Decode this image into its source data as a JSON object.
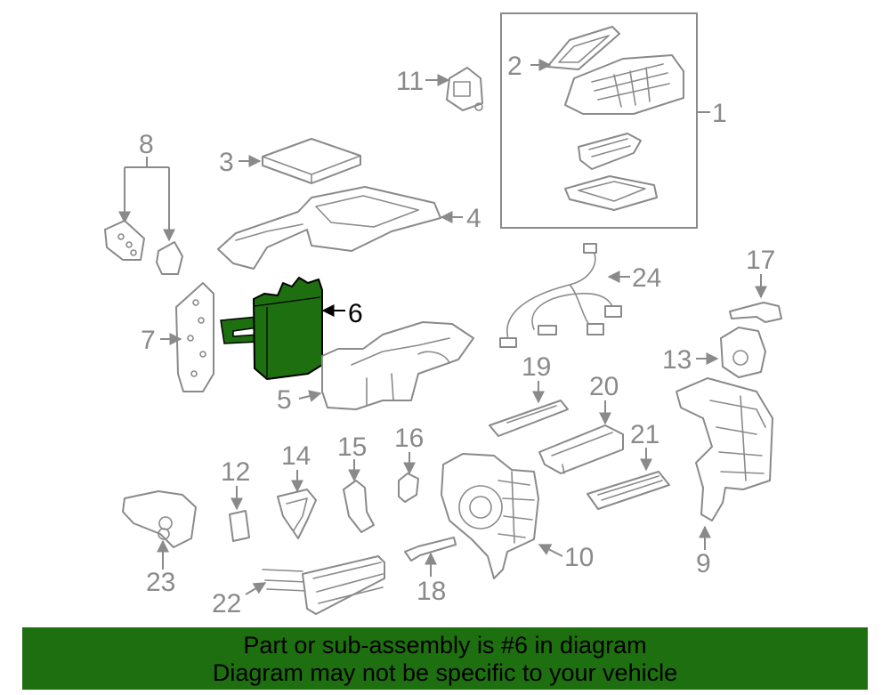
{
  "diagram": {
    "callouts": [
      "1",
      "2",
      "3",
      "4",
      "5",
      "6",
      "7",
      "8",
      "9",
      "10",
      "11",
      "12",
      "13",
      "14",
      "15",
      "16",
      "17",
      "18",
      "19",
      "20",
      "21",
      "22",
      "23",
      "24"
    ],
    "highlight_part": "6",
    "highlight_color": "#1e6f10",
    "line_color": "#8a8a8a"
  },
  "banner": {
    "line1": "Part or sub-assembly is #6 in diagram",
    "line2": "Diagram may not be specific to your vehicle",
    "background": "#1e6f10"
  }
}
